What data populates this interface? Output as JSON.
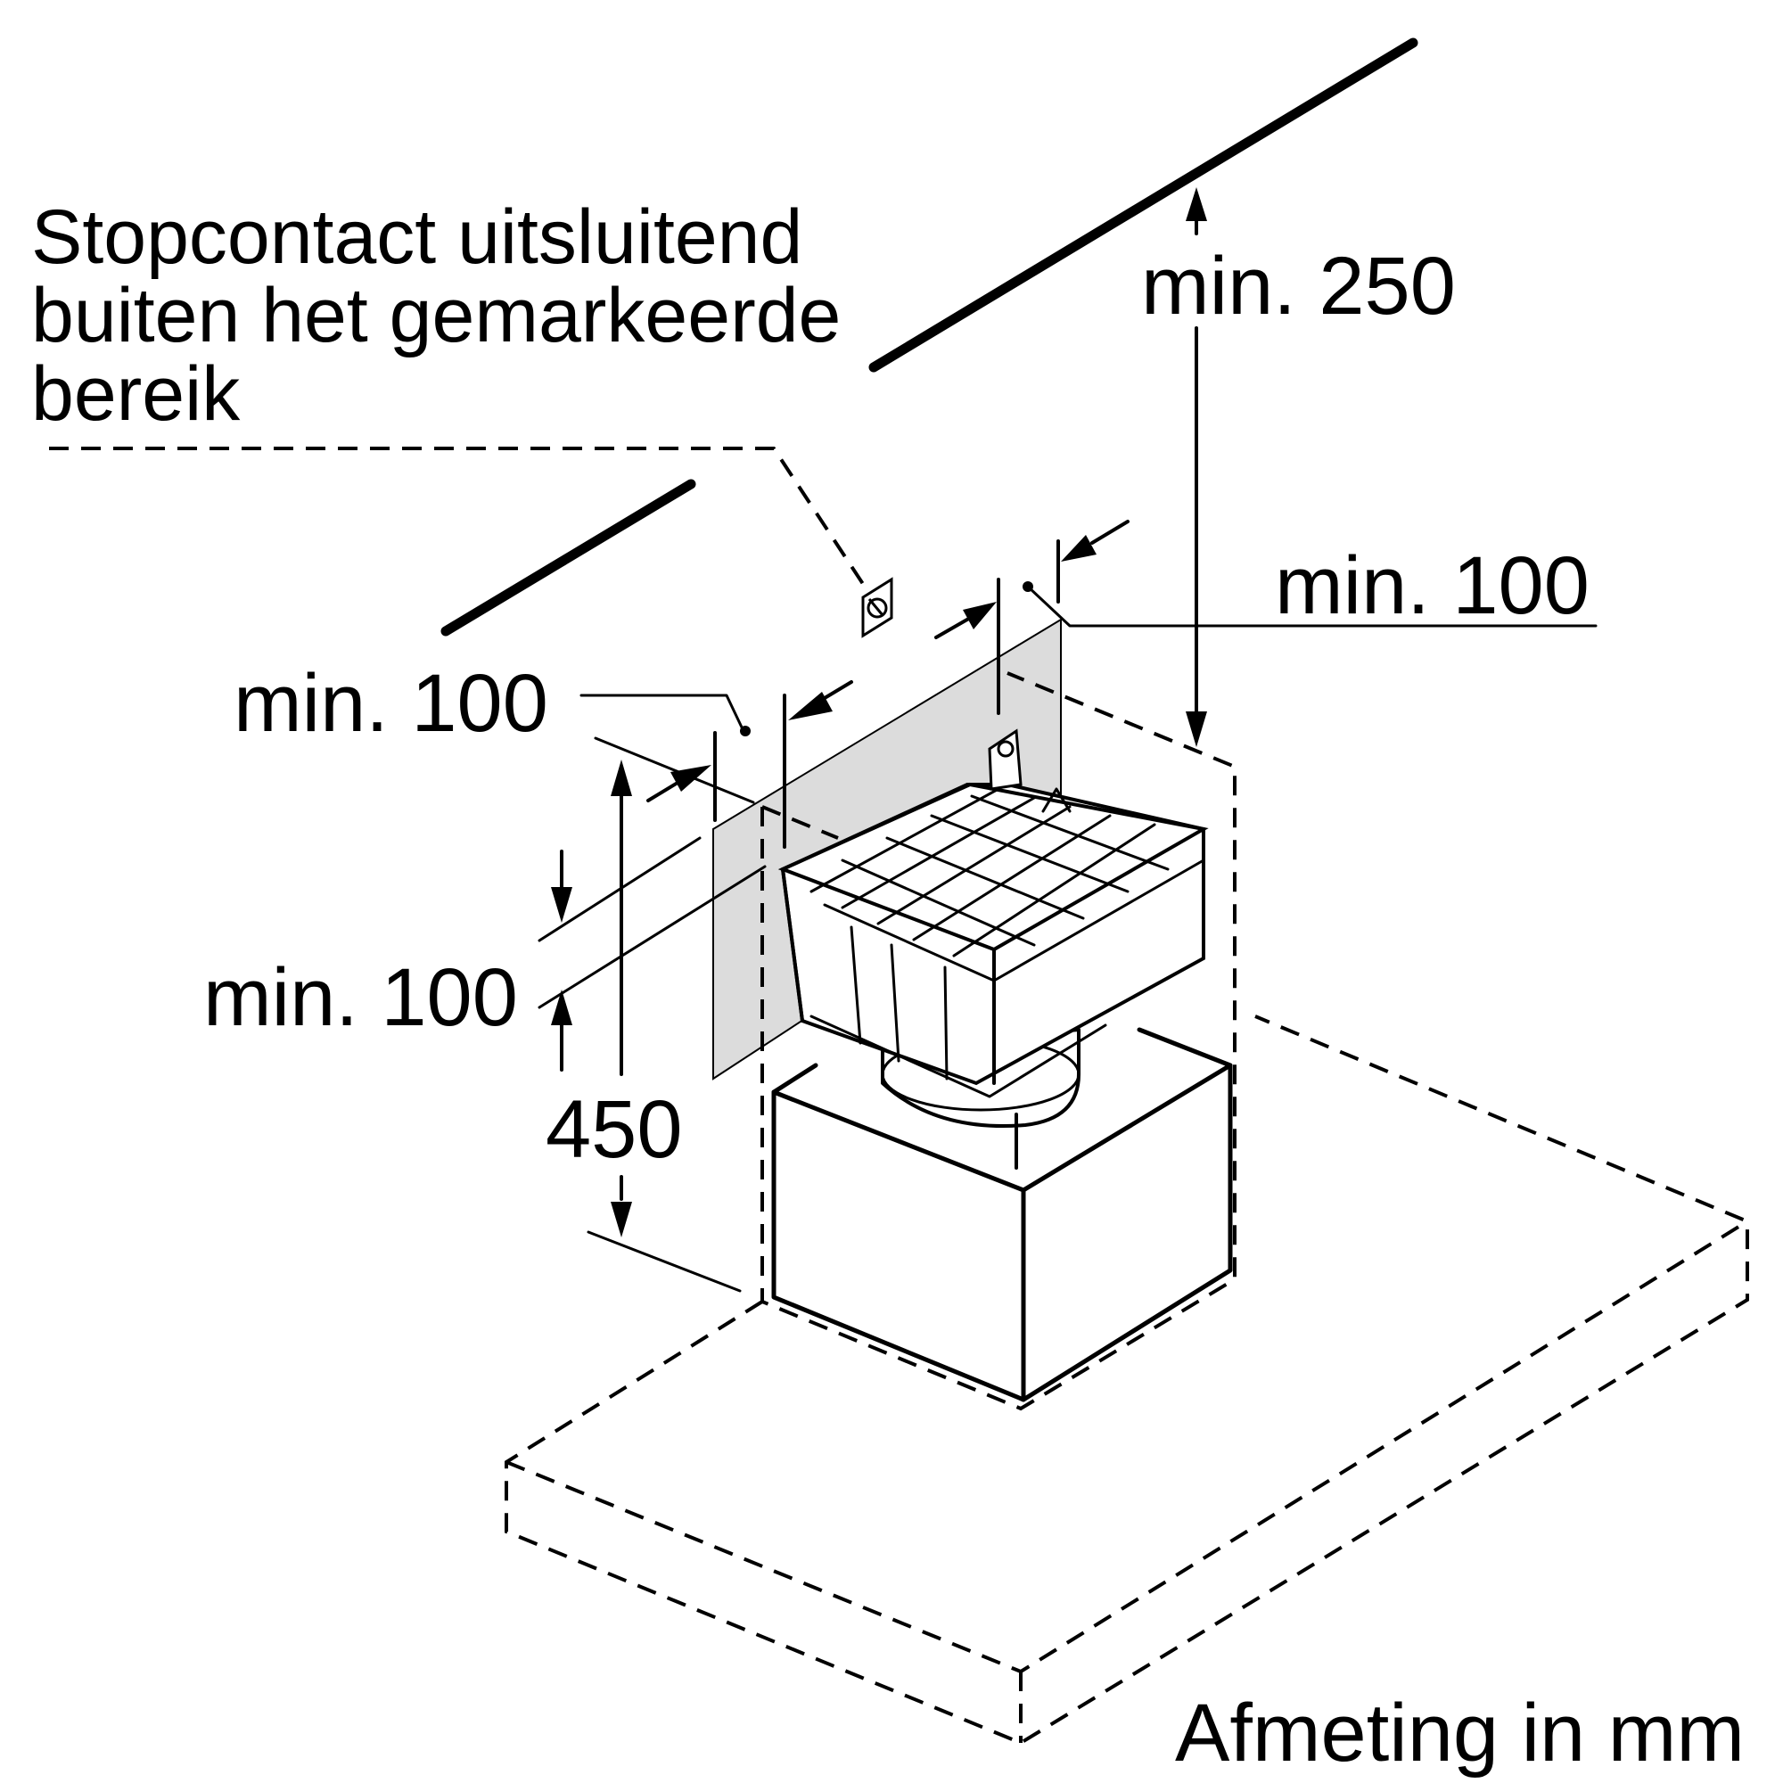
{
  "note": {
    "lines": [
      "Stopcontact uitsluitend",
      "buiten het gemarkeerde",
      "bereik"
    ]
  },
  "dimensions": {
    "top_clearance": "min. 250",
    "right_clearance": "min. 100",
    "left_clearance": "min. 100",
    "lower_clearance": "min. 100",
    "height": "450"
  },
  "units": "Afmeting in mm",
  "colors": {
    "line": "#000000",
    "zone": "#dcdcdc",
    "background": "#ffffff"
  },
  "icons": [
    "socket-icon"
  ]
}
